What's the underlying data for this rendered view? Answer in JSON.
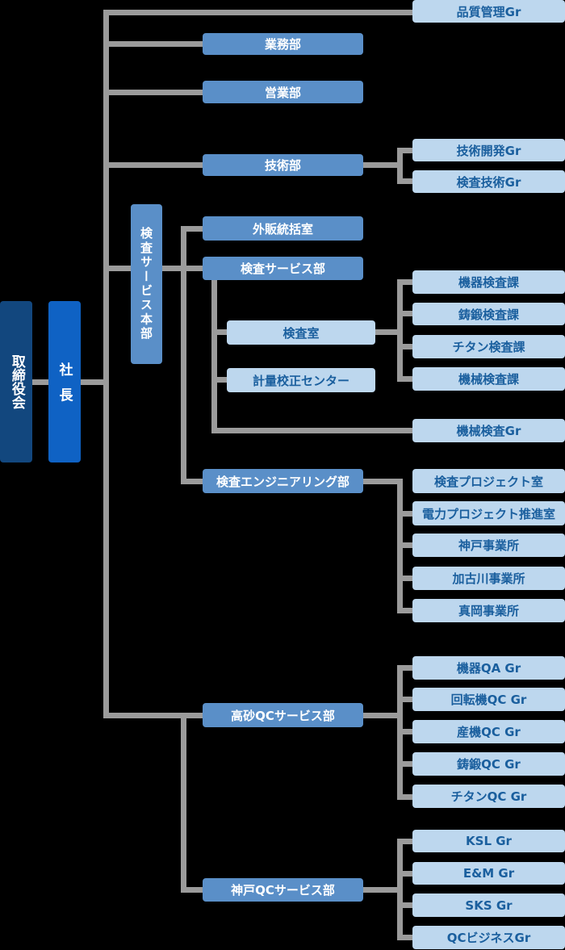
{
  "colors": {
    "background": "#000000",
    "board_box": "#12477e",
    "president_box": "#0f62c4",
    "branch_box": "#5a8fc8",
    "branch_text": "#ffffff",
    "leaf_box": "#bdd7ee",
    "leaf_text": "#1a5f9e",
    "connector": "#9b9b9b"
  },
  "org": {
    "board": "取締役会",
    "president": "社長",
    "quality_gr": "品質管理Gr",
    "gyomu_dept": "業務部",
    "eigyo_dept": "営業部",
    "gijutsu_dept": "技術部",
    "tech_dev_gr": "技術開発Gr",
    "kensa_tech_gr": "検査技術Gr",
    "honbu": "検査サービス本部",
    "gaihan_office": "外販統括室",
    "kensa_service_dept": "検査サービス部",
    "kensa_room": "検査室",
    "keiryo_center": "計量校正センター",
    "kiki_kensa_ka": "機器検査課",
    "chutan_kensa_ka": "鋳鍛検査課",
    "titan_kensa_ka": "チタン検査課",
    "kikai_kensa_ka": "機械検査課",
    "kikai_kensa_gr": "機械検査Gr",
    "eng_dept": "検査エンジニアリング部",
    "kensa_project_office": "検査プロジェクト室",
    "denryoku_project_office": "電力プロジェクト推進室",
    "kobe_jigyosho": "神戸事業所",
    "kakogawa_jigyosho": "加古川事業所",
    "moka_jigyosho": "真岡事業所",
    "takasago_qc_dept": "高砂QCサービス部",
    "kiki_qa_gr": "機器QA Gr",
    "kaitenki_qc_gr": "回転機QC Gr",
    "sanki_qc_gr": "産機QC Gr",
    "chutan_qc_gr": "鋳鍛QC Gr",
    "titan_qc_gr": "チタンQC Gr",
    "kobe_qc_dept": "神戸QCサービス部",
    "ksl_gr": "KSL Gr",
    "em_gr": "E&M Gr",
    "sks_gr": "SKS Gr",
    "qc_business_gr": "QCビジネスGr"
  }
}
